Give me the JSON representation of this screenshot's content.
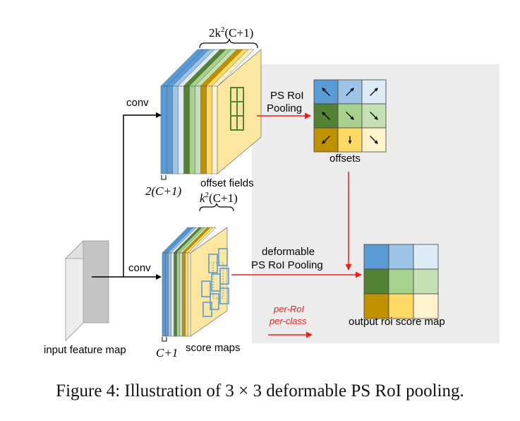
{
  "labels": {
    "offset_dim": "2k²(C+1)",
    "offset_dim_parts": {
      "a": "2k",
      "sup": "2",
      "b": "(C+1)"
    },
    "conv_top": "conv",
    "conv_bottom": "conv",
    "ps_roi_pooling_line1": "PS RoI",
    "ps_roi_pooling_line2": "Pooling",
    "offsets": "offsets",
    "offset_fields": "offset fields",
    "two_c_plus_1": "2(C+1)",
    "score_dim_parts": {
      "a": "k",
      "sup": "2",
      "b": "(C+1)"
    },
    "deformable_line1": "deformable",
    "deformable_line2": "PS RoI Pooling",
    "per_roi": "per-RoI",
    "per_class": "per-class",
    "output_map": "output roi score map",
    "input_feature_map": "input feature map",
    "score_maps": "score maps",
    "c_plus_1": "C+1"
  },
  "caption": "Figure 4: Illustration of 3 × 3 deformable PS RoI pooling.",
  "colors": {
    "arrow_red": "#e8201f",
    "grey_panel": "#ececec",
    "blue_dark": "#5b9bd5",
    "blue_mid": "#9dc3e6",
    "blue_light": "#deebf7",
    "green_dark": "#548235",
    "green_mid": "#a9d18e",
    "green_light": "#c5e0b4",
    "gold_dark": "#bf9000",
    "gold_mid": "#ffd966",
    "gold_light": "#fff2cc",
    "face_yellow": "#fce7a0"
  },
  "offset_grid_arrows": [
    "nw",
    "ne",
    "ne",
    "nw",
    "se",
    "se",
    "sw",
    "s",
    "se"
  ]
}
